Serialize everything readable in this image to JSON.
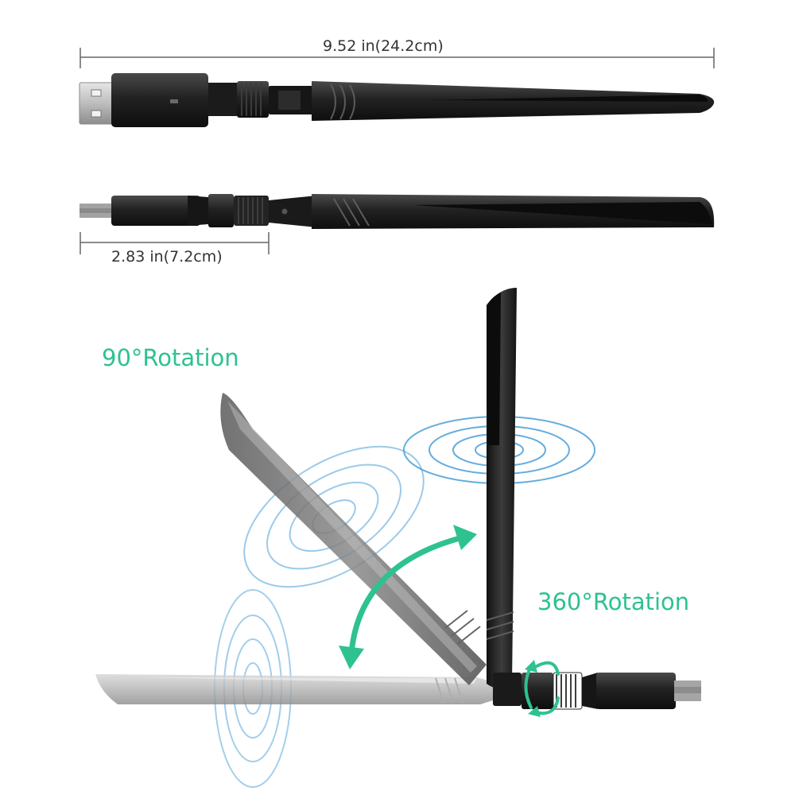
{
  "dimensions": {
    "total_length": "9.52 in(24.2cm)",
    "base_length": "2.83 in(7.2cm)"
  },
  "labels": {
    "tilt": "90°Rotation",
    "swivel": "360°Rotation"
  },
  "colors": {
    "accent": "#2ec28f",
    "signal": "#4a9fd8",
    "antenna_dark": "#1e1e1e",
    "antenna_light": "#a6a6a6",
    "dimension_line": "#666666"
  }
}
